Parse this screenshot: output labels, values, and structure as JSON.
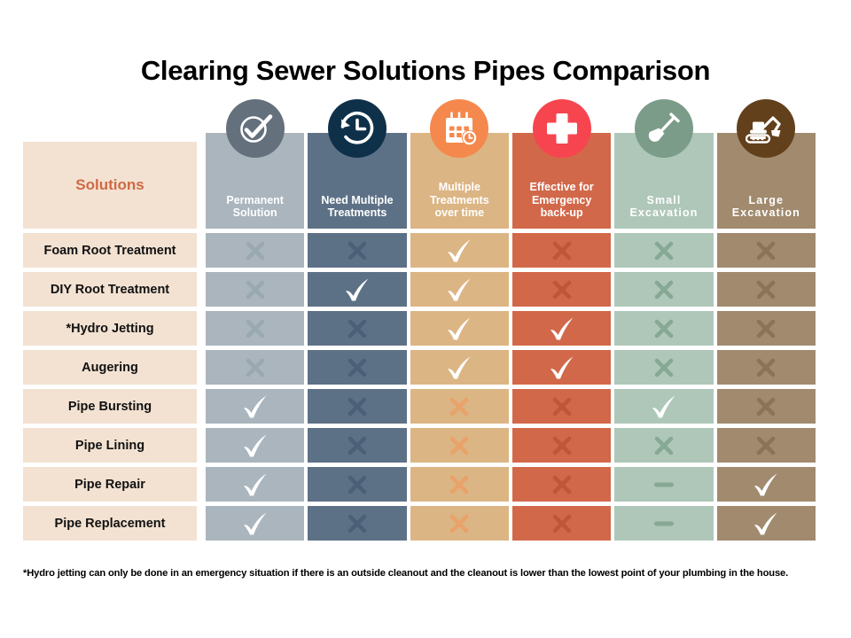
{
  "title": "Clearing Sewer Solutions Pipes Comparison",
  "corner": {
    "label": "Solutions",
    "bg": "#f3e2d2",
    "text_color": "#cf6a45"
  },
  "columns": [
    {
      "label": "Permanent\nSolution",
      "line1": "Permanent",
      "line2": "Solution",
      "icon": "check-circle-icon",
      "bg": "#aab5bd",
      "badge": "#64707c",
      "mark_color": "#9aa8b2",
      "spaced": false
    },
    {
      "label": "Need Multiple\nTreatments",
      "line1": "Need Multiple",
      "line2": "Treatments",
      "icon": "clock-rewind-icon",
      "bg": "#5d7186",
      "badge": "#0f3049",
      "mark_color": "#4a6076",
      "spaced": false
    },
    {
      "label": "Multiple\nTreatments\nover time",
      "line1": "Multiple",
      "line2": "Treatments",
      "line3": "over time",
      "icon": "calendar-clock-icon",
      "bg": "#dcb584",
      "badge": "#f5884c",
      "mark_color": "#e9a26a",
      "spaced": false
    },
    {
      "label": "Effective for\nEmergency\nback-up",
      "line1": "Effective for",
      "line2": "Emergency",
      "line3": "back-up",
      "icon": "medical-cross-icon",
      "bg": "#d2684a",
      "badge": "#f6454f",
      "mark_color": "#bf5639",
      "spaced": false
    },
    {
      "label": "Small\nExcavation",
      "line1": "Small",
      "line2": "Excavation",
      "icon": "shovel-icon",
      "bg": "#aec7b9",
      "badge": "#7c9c8a",
      "mark_color": "#86a894",
      "spaced": true
    },
    {
      "label": "Large\nExcavation",
      "line1": "Large",
      "line2": "Excavation",
      "icon": "excavator-icon",
      "bg": "#a18a6e",
      "badge": "#62401b",
      "mark_color": "#8a7357",
      "spaced": true
    }
  ],
  "rows": [
    {
      "label": "Foam Root Treatment",
      "marks": [
        "x",
        "x",
        "check",
        "x",
        "x",
        "x"
      ]
    },
    {
      "label": "DIY Root Treatment",
      "marks": [
        "x",
        "check",
        "check",
        "x",
        "x",
        "x"
      ]
    },
    {
      "label": "*Hydro Jetting",
      "marks": [
        "x",
        "x",
        "check",
        "check",
        "x",
        "x"
      ]
    },
    {
      "label": "Augering",
      "marks": [
        "x",
        "x",
        "check",
        "check",
        "x",
        "x"
      ]
    },
    {
      "label": "Pipe Bursting",
      "marks": [
        "check",
        "x",
        "x",
        "x",
        "check",
        "x"
      ]
    },
    {
      "label": "Pipe Lining",
      "marks": [
        "check",
        "x",
        "x",
        "x",
        "x",
        "x"
      ]
    },
    {
      "label": "Pipe Repair",
      "marks": [
        "check",
        "x",
        "x",
        "x",
        "dash",
        "check"
      ]
    },
    {
      "label": "Pipe Replacement",
      "marks": [
        "check",
        "x",
        "x",
        "x",
        "dash",
        "check"
      ]
    }
  ],
  "footnote": "*Hydro jetting can only be done in an emergency situation if there is an outside cleanout and the cleanout is lower than the lowest point of your plumbing in the house."
}
